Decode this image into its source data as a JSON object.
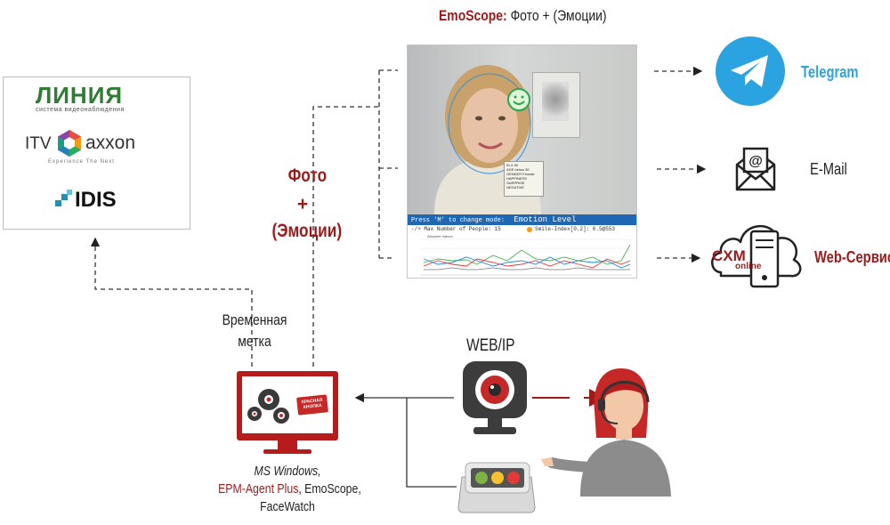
{
  "title": {
    "brand": "EmoScope:",
    "rest": "Фото + (Эмоции)"
  },
  "vms_logos": {
    "liniya": "ЛИНИЯ",
    "liniya_sub": "система видеонаблюдения",
    "itv": "ITV",
    "axxon": "axxon",
    "axxon_sub": "Experience The Next",
    "idis": "IDIS"
  },
  "photo_label": {
    "line1": "Фото",
    "line2": "+",
    "line3": "(Эмоции)"
  },
  "timestamp_label": {
    "line1": "Временная",
    "line2": "метка"
  },
  "screen": {
    "mode_bar": "Press 'M' to change mode:",
    "mode_value": "Emotion Level",
    "stats_left": "-/+ Max Number of People: 15",
    "stats_right": "Smile-Index[0.2]: 0.5@553",
    "chart_legend": "Absolute Values",
    "info_rows": [
      "ID # 39",
      "AGE below 30",
      "GENDER Female",
      "HAPPINESS",
      "SURPRISE",
      "NEGATIVE"
    ]
  },
  "outputs": {
    "telegram": "Telegram",
    "email": "E-Mail",
    "web": "Web-Сервис",
    "cxm": "CXM",
    "cxm_online": "online"
  },
  "webip_label": "WEB/IP",
  "monitor_badge": "красная кнопка",
  "pc_caption": {
    "line1": "MS Windows,",
    "line2_red": "EPM-Agent Plus",
    "line2_rest": ", EmoScope,",
    "line3": "FaceWatch"
  },
  "colors": {
    "accent_red": "#9c1a1a",
    "telegram_blue": "#2aa3e0",
    "status_blue": "#1f67b3"
  }
}
